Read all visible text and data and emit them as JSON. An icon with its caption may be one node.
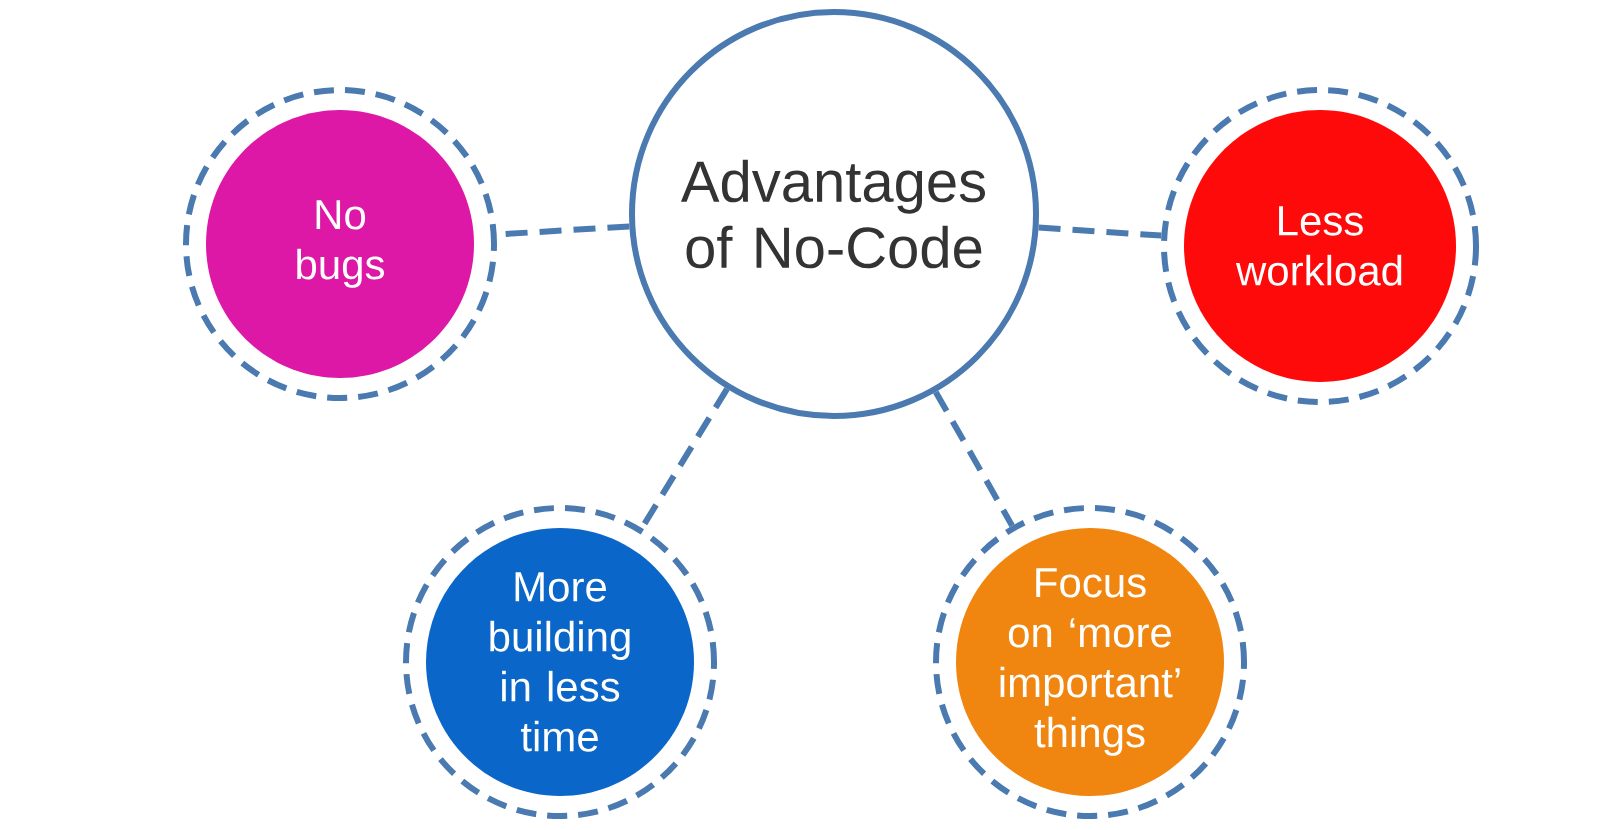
{
  "diagram": {
    "nodes": [
      {
        "text": [
          "Advantages of No-Code"
        ]
      },
      {
        "text": [
          "No bugs"
        ]
      },
      {
        "text": [
          "Less workload"
        ]
      },
      {
        "text": [
          "More building in less time"
        ]
      },
      {
        "text": [
          "Focus on ‘more important’ things"
        ]
      }
    ],
    "edges": [
      {
        "from": 0,
        "to": 1,
        "arrow": "none",
        "style": "dashed"
      },
      {
        "from": 0,
        "to": 2,
        "arrow": "none",
        "style": "dashed"
      },
      {
        "from": 0,
        "to": 3,
        "arrow": "none",
        "style": "dashed"
      },
      {
        "from": 0,
        "to": 4,
        "arrow": "none",
        "style": "dashed"
      }
    ]
  }
}
